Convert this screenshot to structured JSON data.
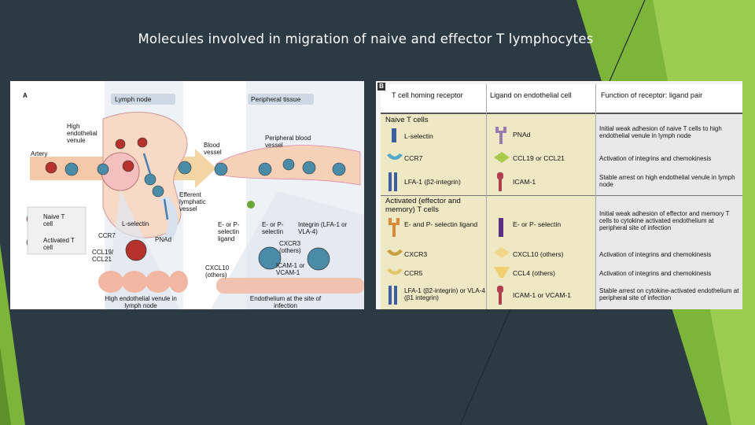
{
  "slide_title": "Molecules involved in migration of naive and effector T lymphocytes",
  "colors": {
    "background": "#2b3a43",
    "accent_green": "#7db53a",
    "table_left": "#eee8c4",
    "table_right": "#e9e9e9"
  },
  "panel_a": {
    "letter": "A",
    "lymph_node": "Lymph node",
    "peripheral_tissue": "Peripheral tissue",
    "high_endothelial_venule": "High endothelial venule",
    "artery": "Artery",
    "blood_vessel": "Blood vessel",
    "peripheral_blood_vessel": "Peripheral blood vessel",
    "efferent_lymphatic_vessel": "Efferent lymphatic vessel",
    "legend_naive": "Naive T cell",
    "legend_activated": "Activated T cell",
    "l_selectin": "L-selectin",
    "ccr7": "CCR7",
    "pnad": "PNAd",
    "ccl19_ccl21": "CCL19/ CCL21",
    "hev_lymph_node": "High endothelial venule in lymph node",
    "ep_selectin_ligand": "E- or P- selectin ligand",
    "ep_selectin": "E- or P- selectin",
    "integrin": "Integrin (LFA-1 or VLA-4)",
    "cxcr3": "CXCR3 (others)",
    "cxcl10": "CXCL10 (others)",
    "icam_vcam": "ICAM-1 or VCAM-1",
    "endothelium": "Endothelium at the site of infection"
  },
  "panel_b": {
    "letter": "B",
    "headers": [
      "T cell homing receptor",
      "Ligand on endothelial cell",
      "Function of receptor: ligand pair"
    ],
    "sections": [
      {
        "title": "Naive T cells",
        "rows": [
          {
            "receptor": "L-selectin",
            "ligand": "PNAd",
            "function": "Initial weak adhesion of naive T cells to high endothelial venule in lymph node"
          },
          {
            "receptor": "CCR7",
            "ligand": "CCL19 or CCL21",
            "function": "Activation of integrins and chemokinesis"
          },
          {
            "receptor": "LFA-1 (β2-integrin)",
            "ligand": "ICAM-1",
            "function": "Stable arrest on high endothelial venule in lymph node"
          }
        ]
      },
      {
        "title": "Activated (effector and memory) T cells",
        "rows": [
          {
            "receptor": "E- and P- selectin ligand",
            "ligand": "E- or P- selectin",
            "function": "Initial weak adhesion of effector and memory T cells to cytokine activated endothelium at peripheral site of infection"
          },
          {
            "receptor": "CXCR3",
            "ligand": "CXCL10 (others)",
            "function": "Activation of integrins and chemokinesis"
          },
          {
            "receptor": "CCR5",
            "ligand": "CCL4 (others)",
            "function": "Activation of integrins and chemokinesis"
          },
          {
            "receptor": "LFA-1 (β2-integrin) or VLA-4 (β1 integrin)",
            "ligand": "ICAM-1 or VCAM-1",
            "function": "Stable arrest on cytokine-activated endothelium at peripheral site of infection"
          }
        ]
      }
    ]
  }
}
